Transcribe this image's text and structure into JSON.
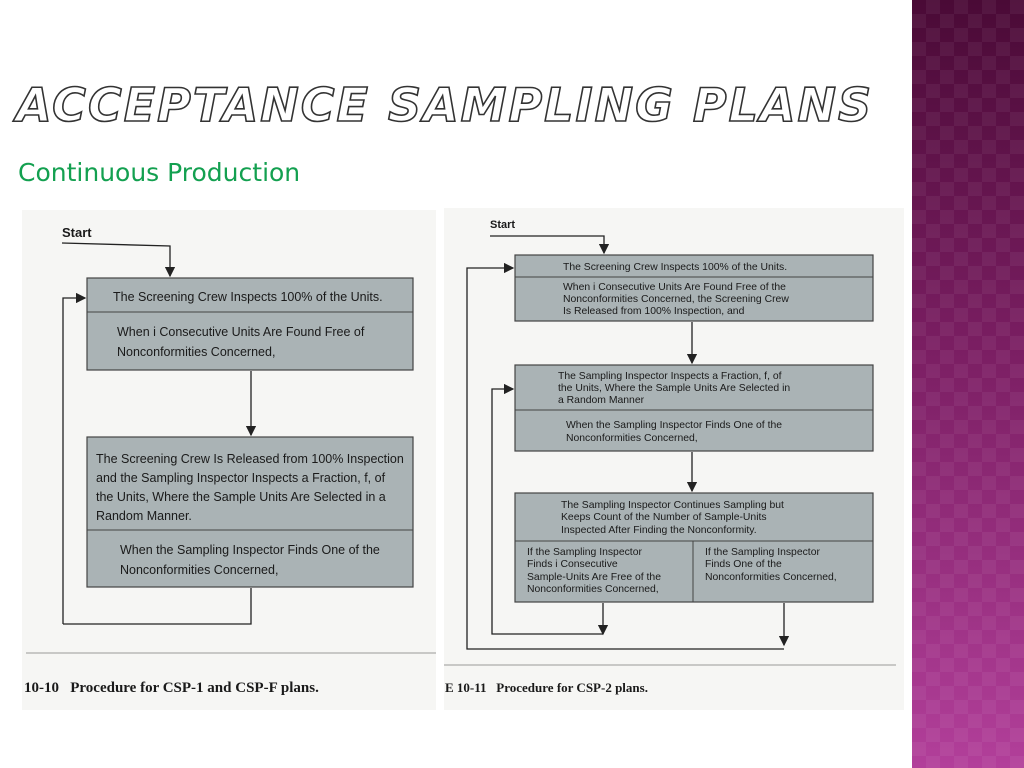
{
  "slide": {
    "title": "Acceptance Sampling Plans",
    "subtitle": "Continuous Production",
    "accent_color": "#13a050",
    "band_color": "#7a1e62"
  },
  "left_figure": {
    "start_label": "Start",
    "box1_line1": "The Screening Crew Inspects 100% of the Units.",
    "box1_line2": "When i Consecutive Units Are Found Free of",
    "box1_line3": "Nonconformities Concerned,",
    "box2_line1": "The Screening Crew Is Released from 100% Inspection",
    "box2_line2": "and the Sampling Inspector Inspects a Fraction, f, of",
    "box2_line3": "the Units, Where the Sample Units Are Selected in a",
    "box2_line4": "Random Manner.",
    "box2_line5": "When the Sampling Inspector Finds One of the",
    "box2_line6": "Nonconformities Concerned,",
    "caption": "10-10   Procedure for CSP-1 and CSP-F plans."
  },
  "right_figure": {
    "start_label": "Start",
    "box1_line1": "The Screening Crew Inspects 100% of the Units.",
    "box1_line2": "When i Consecutive Units Are Found Free of the",
    "box1_line3": "Nonconformities Concerned, the Screening Crew",
    "box1_line4": "Is Released from 100% Inspection, and",
    "box2_line1": "The Sampling Inspector Inspects a Fraction, f, of",
    "box2_line2": "the Units, Where the Sample Units Are Selected in",
    "box2_line3": "a Random Manner",
    "box2_line4": "When the Sampling Inspector Finds One of the",
    "box2_line5": "Nonconformities Concerned,",
    "box3_line1": "The Sampling Inspector Continues Sampling but",
    "box3_line2": "Keeps Count of the Number of Sample-Units",
    "box3_line3": "Inspected After Finding the Nonconformity.",
    "box3_left_line1": "If the Sampling Inspector",
    "box3_left_line2": "Finds i Consecutive",
    "box3_left_line3": "Sample-Units Are Free of the",
    "box3_left_line4": "Nonconformities Concerned,",
    "box3_right_line1": "If the Sampling Inspector",
    "box3_right_line2": "Finds One of the",
    "box3_right_line3": "Nonconformities Concerned,",
    "caption": "E 10-11   Procedure for CSP-2 plans."
  }
}
